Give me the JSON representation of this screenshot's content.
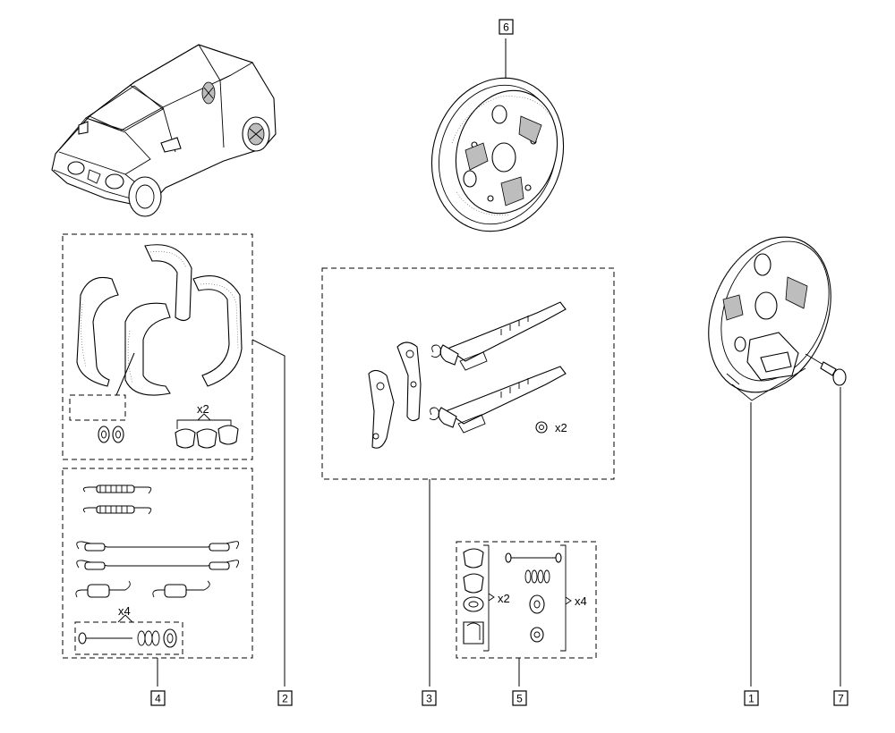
{
  "callouts": {
    "c1": "1",
    "c2": "2",
    "c3": "3",
    "c4": "4",
    "c5": "5",
    "c6": "6",
    "c7": "7"
  },
  "quantities": {
    "kit2_caps": "x2",
    "kit3_washer": "x2",
    "kit4_springs": "x4",
    "kit5_left": "x2",
    "kit5_right": "x4"
  }
}
